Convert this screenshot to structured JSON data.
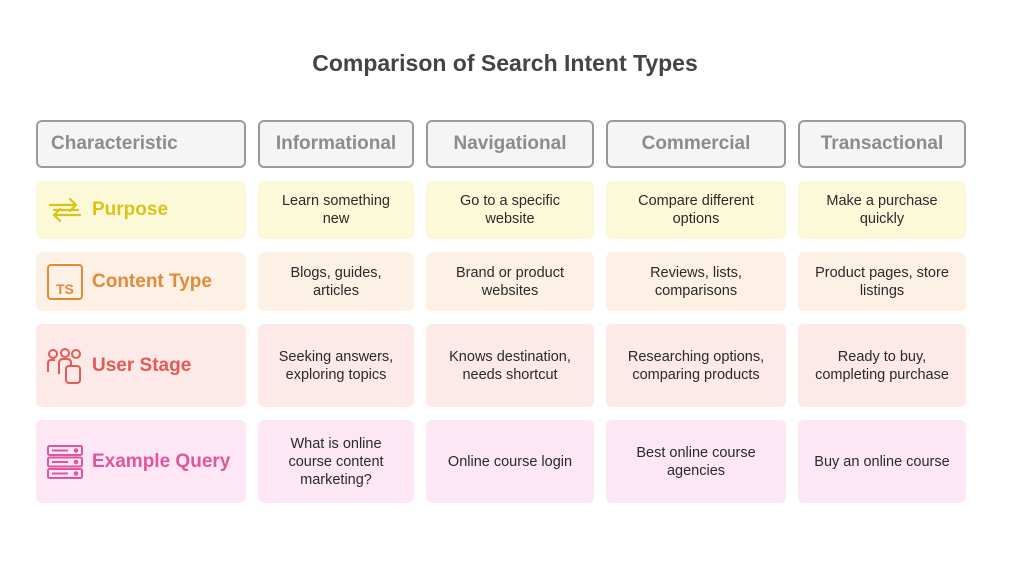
{
  "title": "Comparison of Search Intent Types",
  "headers": [
    "Characteristic",
    "Informational",
    "Navigational",
    "Commercial",
    "Transactional"
  ],
  "rows": [
    {
      "label": "Purpose",
      "icon": "arrows-icon",
      "color": "#d8c419",
      "cells": [
        "Learn something new",
        "Go to a specific website",
        "Compare different options",
        "Make a purchase quickly"
      ]
    },
    {
      "label": "Content Type",
      "icon": "ts-file-icon",
      "color": "#e08b3a",
      "cells": [
        "Blogs, guides, articles",
        "Brand or product websites",
        "Reviews, lists, comparisons",
        "Product pages, store listings"
      ]
    },
    {
      "label": "User Stage",
      "icon": "users-icon",
      "color": "#e25c55",
      "cells": [
        "Seeking answers, exploring topics",
        "Knows destination, needs shortcut",
        "Researching options, comparing products",
        "Ready to buy, completing purchase"
      ]
    },
    {
      "label": "Example Query",
      "icon": "server-icon",
      "color": "#e0559f",
      "cells": [
        "What is online course content marketing?",
        "Online course login",
        "Best online course agencies",
        "Buy an online course"
      ]
    }
  ]
}
